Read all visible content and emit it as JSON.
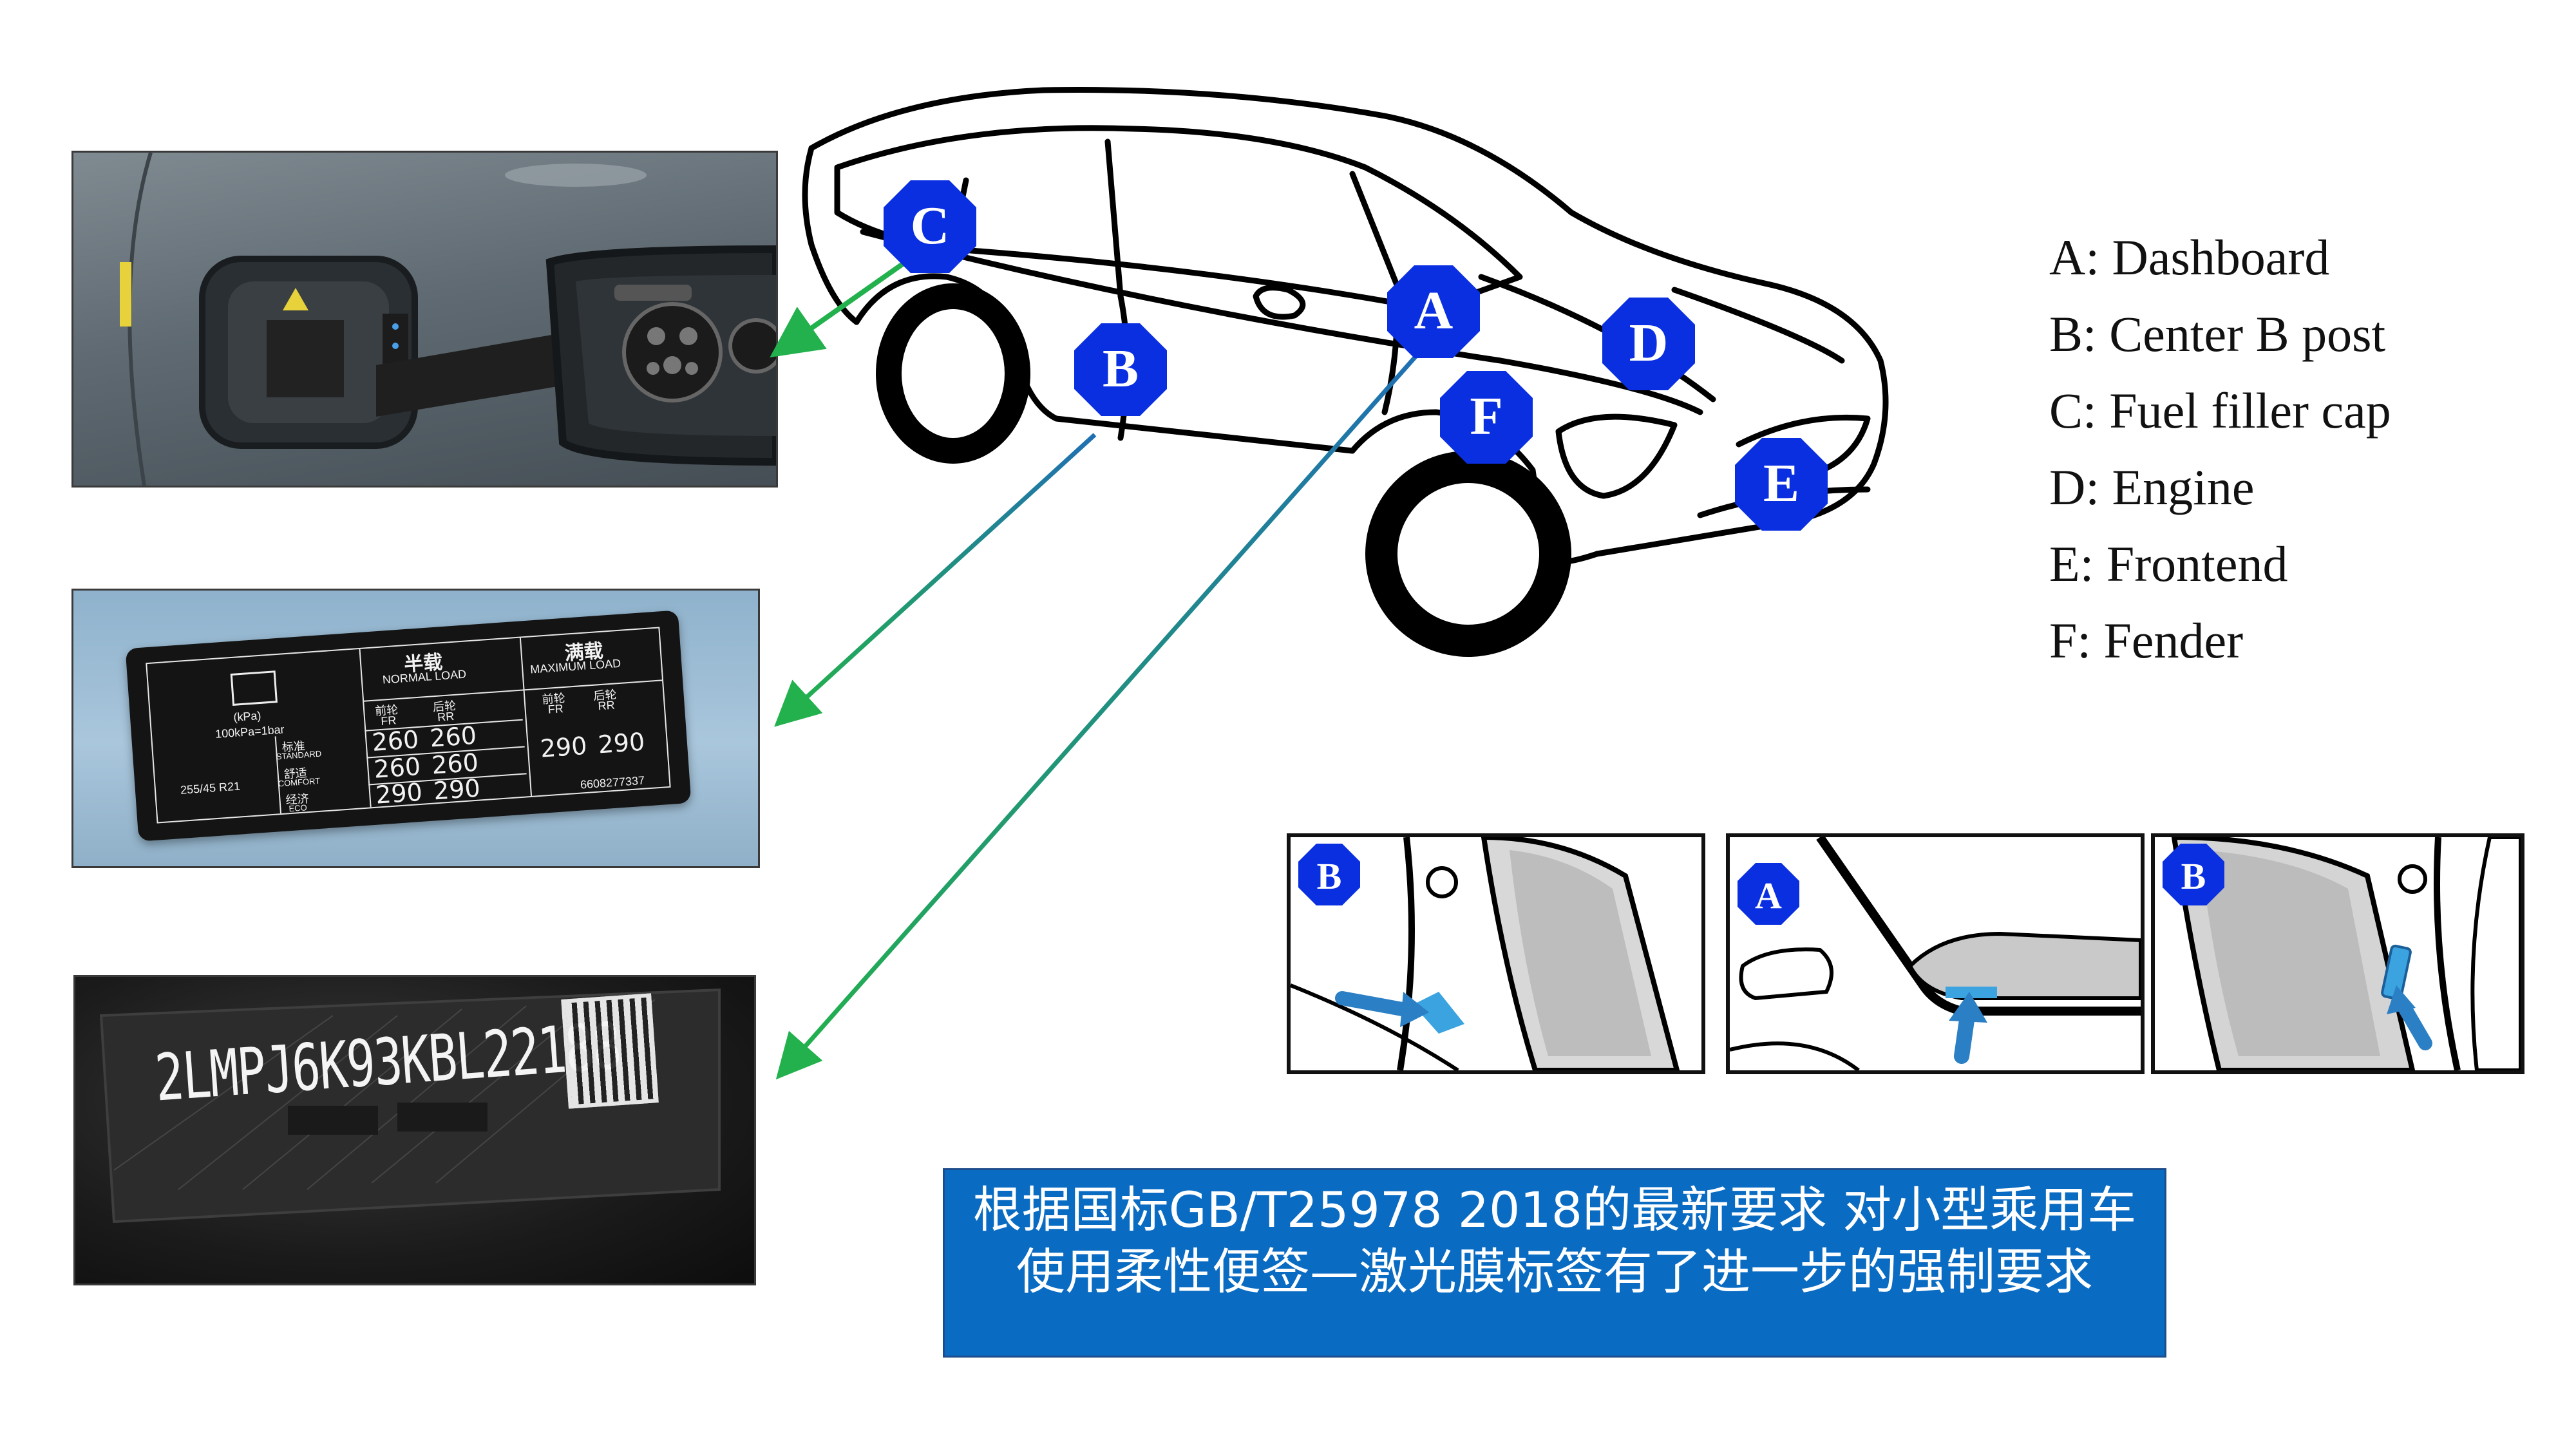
{
  "tire_label": {
    "half_load_cn": "半载",
    "half_load_en": "NORMAL LOAD",
    "full_load_cn": "满载",
    "full_load_en": "MAXIMUM LOAD",
    "unit": "(kPa)",
    "unit_note": "100kPa=1bar",
    "front_cn": "前轮",
    "rear_cn": "后轮",
    "front_en": "FR",
    "rear_en": "RR",
    "mode_standard_cn": "标准",
    "mode_standard_en": "STANDARD",
    "mode_comfort_cn": "舒适",
    "mode_comfort_en": "COMFORT",
    "mode_eco_cn": "经济",
    "mode_eco_en": "ECO",
    "tire_size": "255/45 R21",
    "standard_fr": "260",
    "standard_rr": "260",
    "comfort_fr": "260",
    "comfort_rr": "260",
    "eco_fr": "290",
    "eco_rr": "290",
    "max_fr": "290",
    "max_rr": "290",
    "part_number": "6608277337"
  },
  "vin_plate": {
    "vin": "2LMPJ6K93KBL22188"
  },
  "car_markers": [
    "C",
    "B",
    "A",
    "D",
    "F",
    "E"
  ],
  "legend": [
    "A: Dashboard",
    "B: Center B post",
    "C: Fuel filler cap",
    "D: Engine",
    "E: Frontend",
    "F: Fender"
  ],
  "detail_panels": [
    {
      "marker": "B"
    },
    {
      "marker": "A"
    },
    {
      "marker": "B"
    }
  ],
  "caption": {
    "line1": "根据国标GB/T25978 2018的最新要求  对小型乘用车",
    "line2": "使用柔性便签—激光膜标签有了进一步的强制要求"
  },
  "colors": {
    "marker_blue": "#0a2fe0",
    "caption_blue": "#0a6bc2",
    "arrow_green": "#22b14c",
    "arrow_blue": "#1f6fb4",
    "label_accent": "#3aa3e0"
  }
}
